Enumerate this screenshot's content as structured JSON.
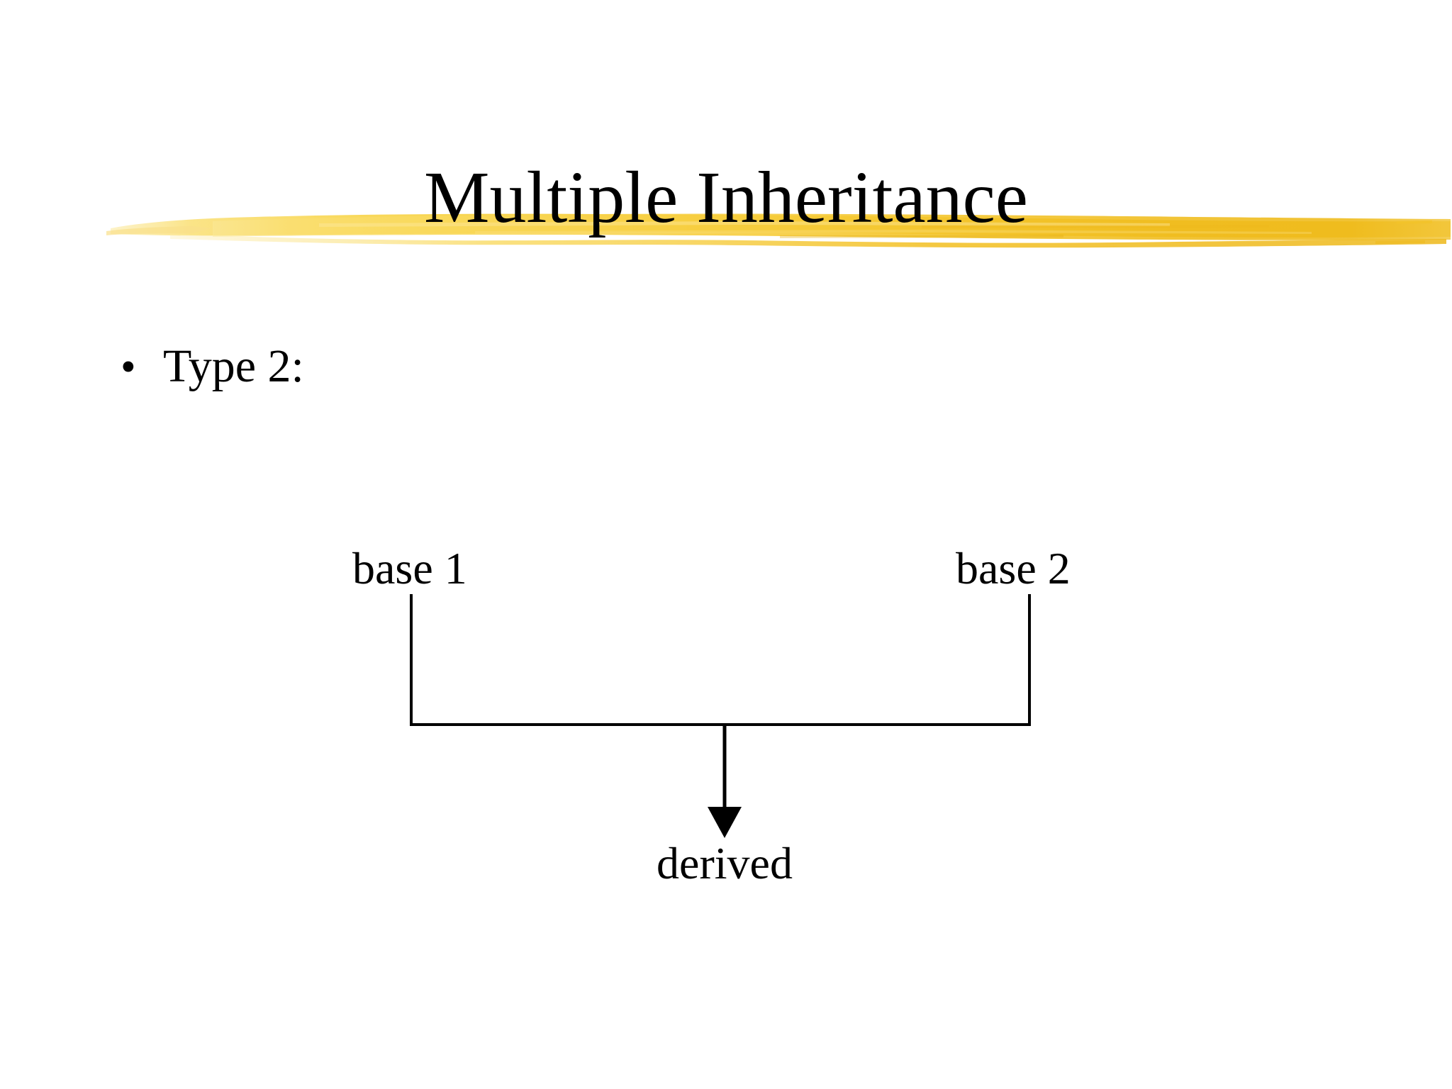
{
  "slide": {
    "title": "Multiple Inheritance",
    "background_color": "#FFFFFF",
    "text_color": "#000000",
    "accent_color": "#F2C230",
    "accent_color_light": "#F9DD64",
    "accent_color_dark": "#E8B521"
  },
  "body": {
    "bullet_glyph": "•",
    "bullet_text": "Type 2:"
  },
  "diagram": {
    "type": "inheritance-hierarchy",
    "base1_label": "base 1",
    "base2_label": "base 2",
    "derived_label": "derived",
    "arrow_direction": "down",
    "edges": [
      {
        "from": "base 1",
        "to": "derived"
      },
      {
        "from": "base 2",
        "to": "derived"
      }
    ]
  }
}
